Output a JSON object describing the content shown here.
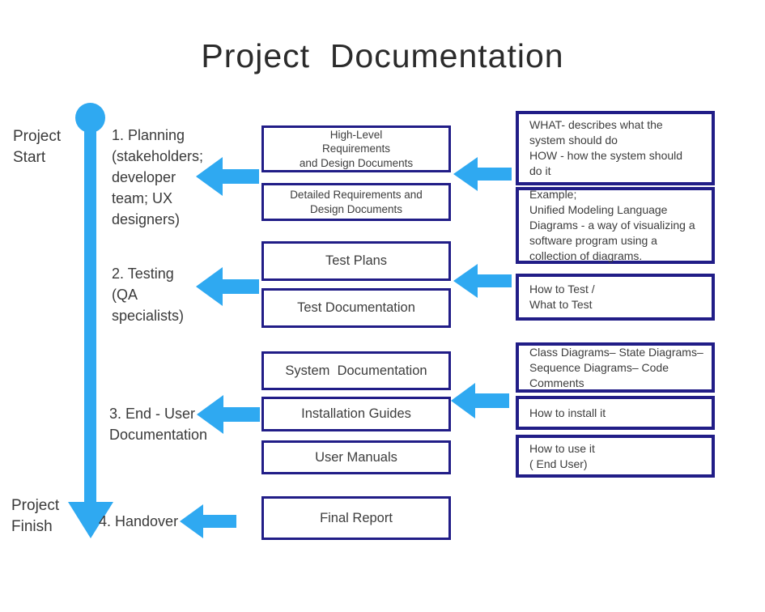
{
  "title": "Project  Documentation",
  "colors": {
    "accent_blue": "#2FA9F1",
    "border_navy": "#211D87",
    "text_dark": "#3D3D3D"
  },
  "timeline": {
    "start_label": "Project\nStart",
    "finish_label": "Project\nFinish"
  },
  "stages": [
    {
      "label": "1. Planning\n(stakeholders;\ndeveloper\nteam; UX\ndesigners)"
    },
    {
      "label": "2. Testing\n(QA\nspecialists)"
    },
    {
      "label": "3. End - User\nDocumentation"
    },
    {
      "label": "4. Handover"
    }
  ],
  "documents": [
    {
      "label": "High-Level\nRequirements\nand Design Documents"
    },
    {
      "label": "Detailed Requirements and\nDesign Documents"
    },
    {
      "label": "Test Plans"
    },
    {
      "label": "Test Documentation"
    },
    {
      "label": "System  Documentation"
    },
    {
      "label": "Installation Guides"
    },
    {
      "label": "User Manuals"
    },
    {
      "label": "Final Report"
    }
  ],
  "notes": [
    {
      "label": "WHAT- describes what the\nsystem should do\nHOW - how the system should\ndo it"
    },
    {
      "label": "Example;\nUnified Modeling Language\nDiagrams - a way of visualizing a\nsoftware program using a\ncollection of diagrams."
    },
    {
      "label": "How to Test /\nWhat to Test"
    },
    {
      "label": "Class Diagrams– State Diagrams–\nSequence Diagrams– Code\nComments"
    },
    {
      "label": "How to install it"
    },
    {
      "label": "How to use it\n( End User)"
    }
  ]
}
